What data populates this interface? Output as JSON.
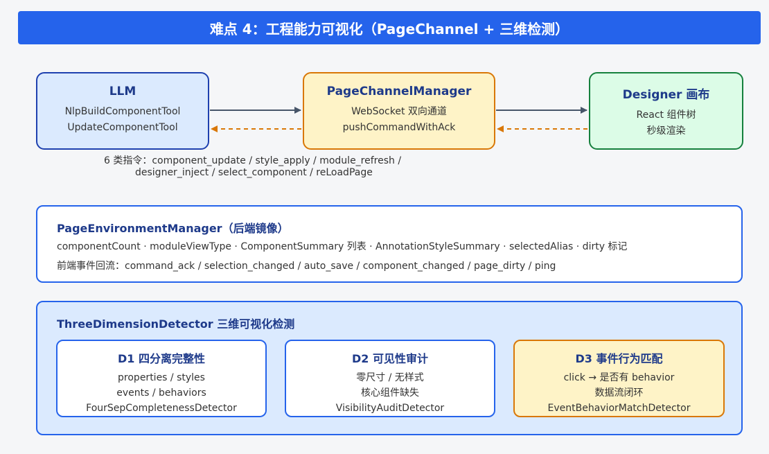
{
  "title": "难点 4：工程能力可视化（PageChannel + 三维检测）",
  "llm": {
    "title": "LLM",
    "lines": [
      "NlpBuildComponentTool",
      "UpdateComponentTool"
    ]
  },
  "page_channel": {
    "title": "PageChannelManager",
    "lines": [
      "WebSocket 双向通道",
      "pushCommandWithAck"
    ]
  },
  "designer": {
    "title": "Designer 画布",
    "lines": [
      "React 组件树",
      "秒级渲染"
    ]
  },
  "commands_note": {
    "line1": "6 类指令：component_update / style_apply / module_refresh /",
    "line2": "designer_inject / select_component / reLoadPage"
  },
  "page_env": {
    "title": "PageEnvironmentManager（后端镜像）",
    "line1": "componentCount · moduleViewType · ComponentSummary 列表 · AnnotationStyleSummary · selectedAlias · dirty 标记",
    "line2": "前端事件回流：command_ack / selection_changed / auto_save / component_changed / page_dirty / ping"
  },
  "detector": {
    "title": "ThreeDimensionDetector 三维可视化检测",
    "d1": {
      "title": "D1 四分离完整性",
      "lines": [
        "properties / styles",
        "events / behaviors",
        "FourSepCompletenessDetector"
      ]
    },
    "d2": {
      "title": "D2 可见性审计",
      "lines": [
        "零尺寸 / 无样式",
        "核心组件缺失",
        "VisibilityAuditDetector"
      ]
    },
    "d3": {
      "title": "D3 事件行为匹配",
      "lines": [
        "click → 是否有 behavior",
        "数据流闭环",
        "EventBehaviorMatchDetector"
      ]
    }
  },
  "colors": {
    "primary": "#2563eb",
    "navy": "#1e3a8a",
    "forward_arrow": "#475569",
    "return_arrow": "#d97706",
    "green_border": "#15803d"
  }
}
